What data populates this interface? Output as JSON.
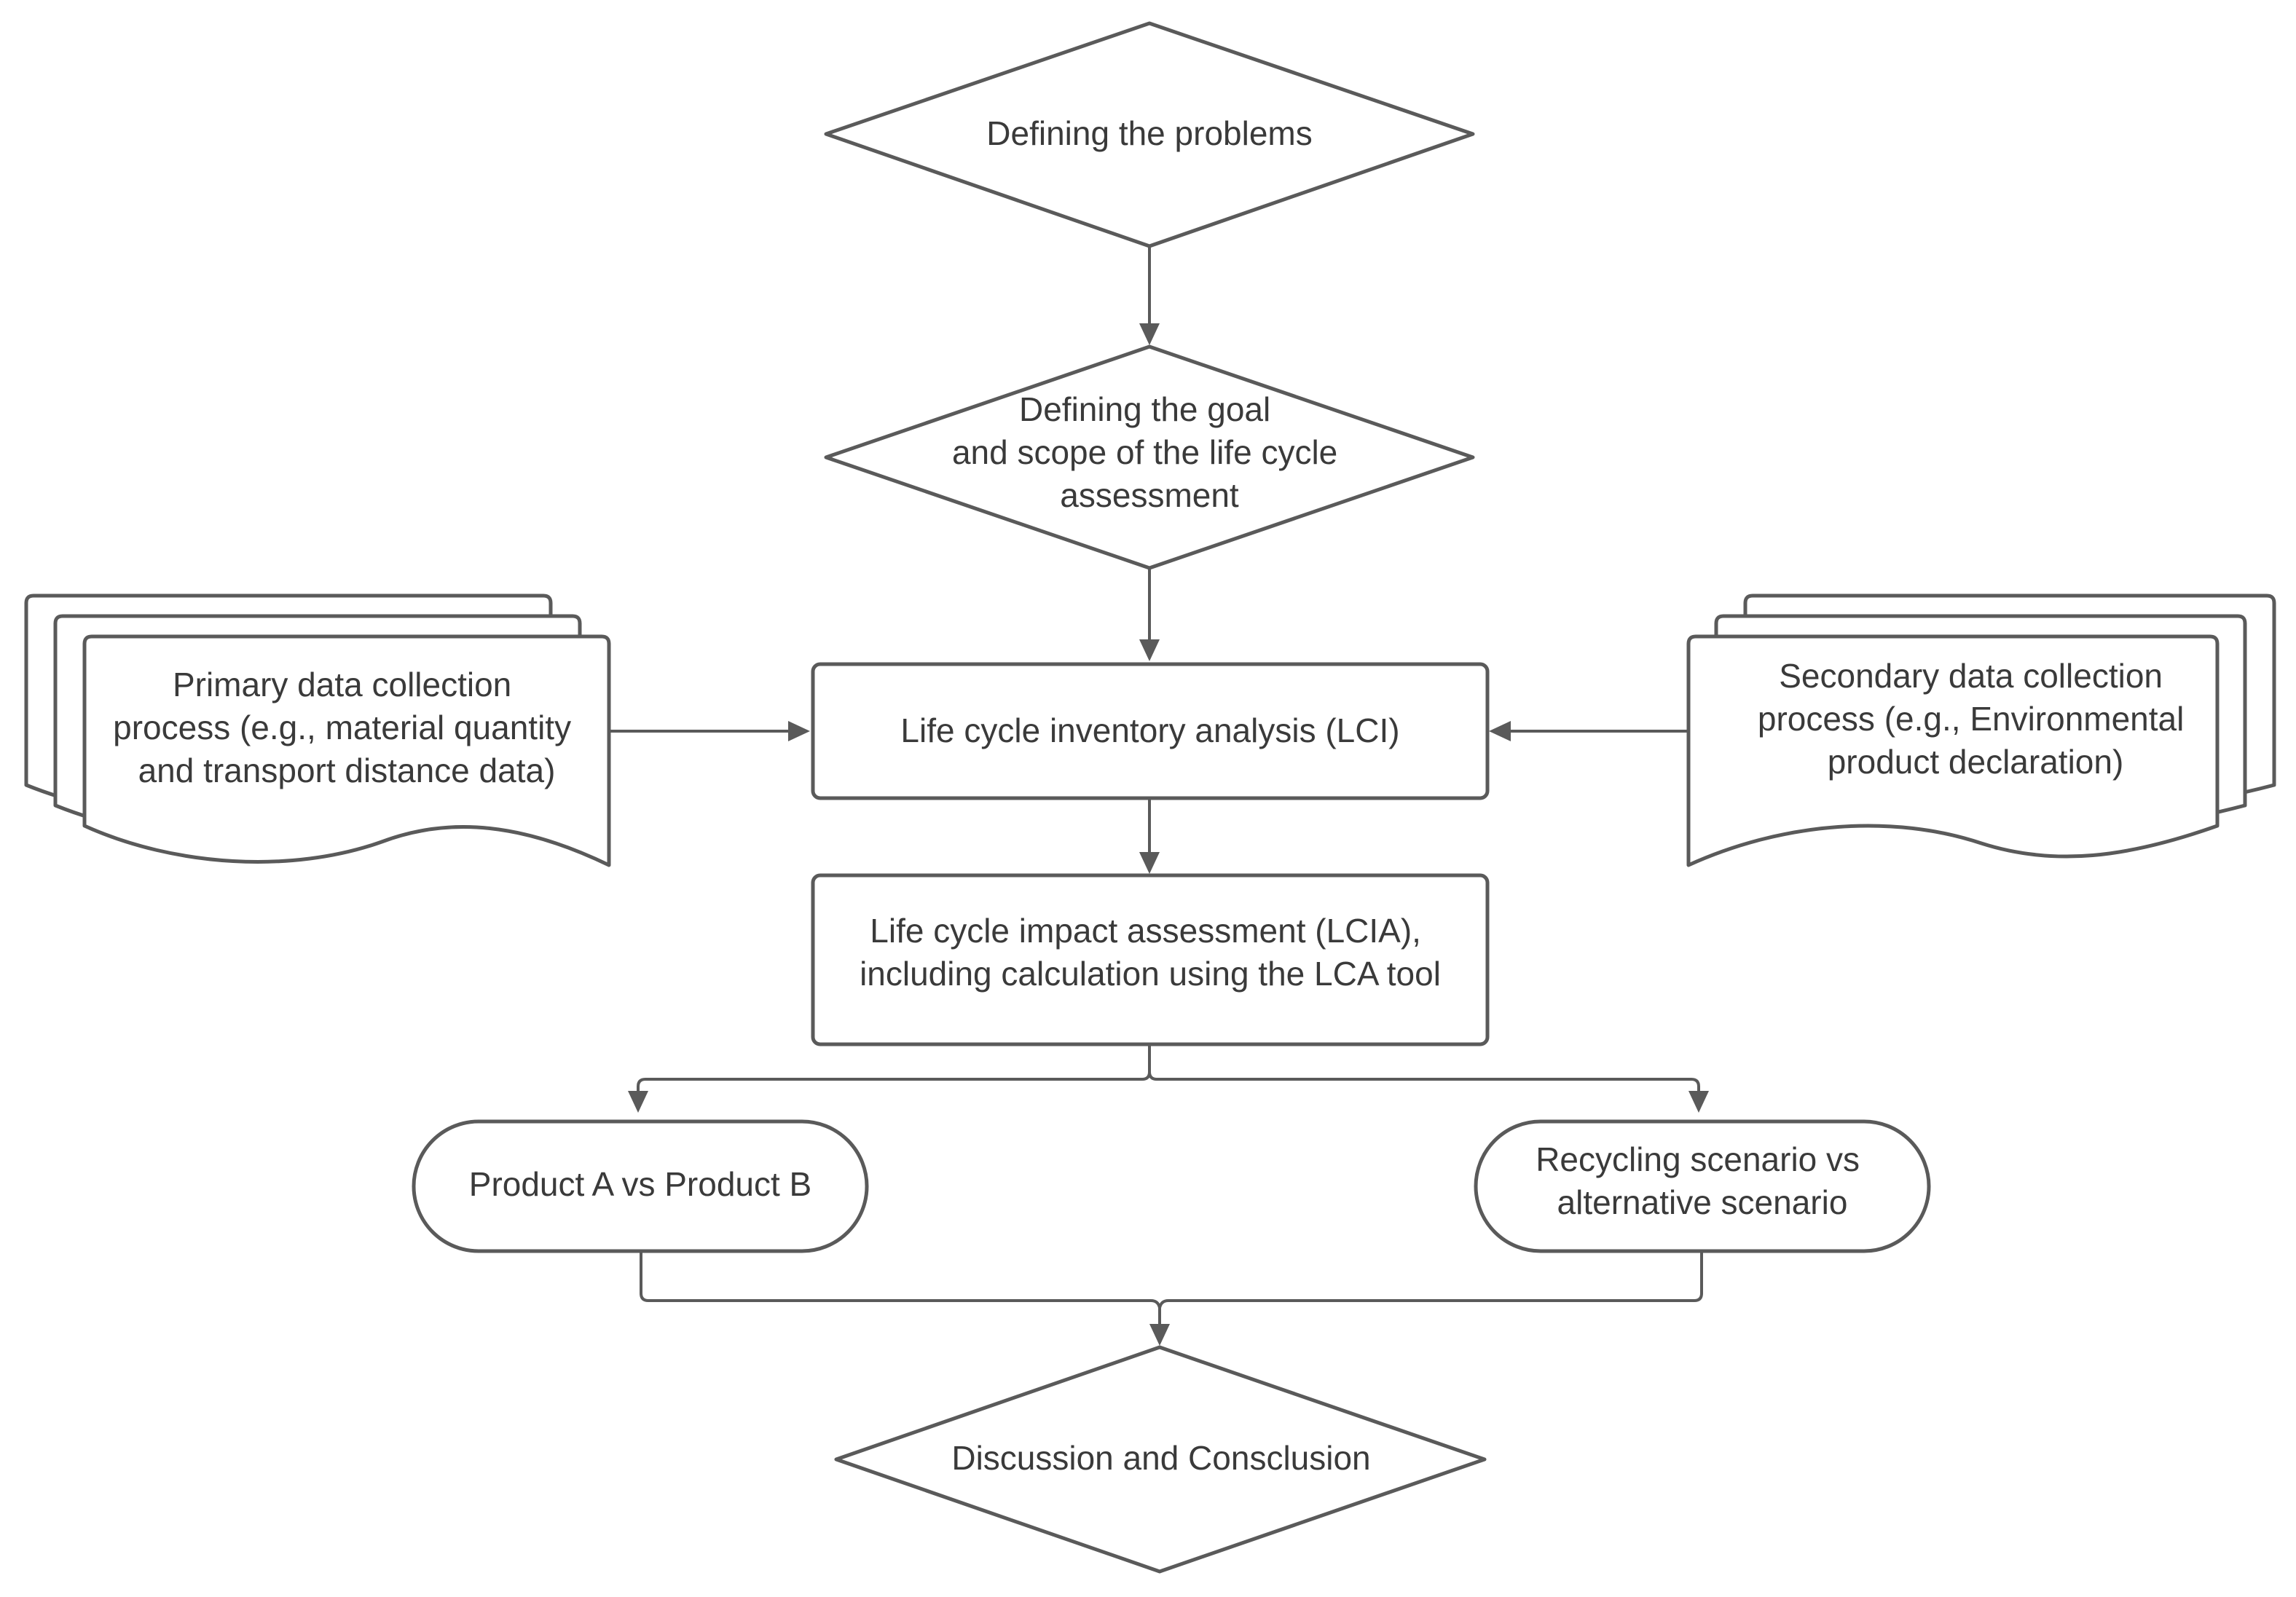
{
  "nodes": {
    "defining_problems": {
      "lines": [
        "Defining the problems"
      ]
    },
    "goal_scope": {
      "lines": [
        "Defining the goal",
        "and scope of the life cycle",
        "assessment"
      ]
    },
    "primary_data": {
      "lines": [
        "Primary data collection",
        "process (e.g., material quantity",
        "and transport distance data)"
      ]
    },
    "lci": {
      "lines": [
        "Life cycle inventory analysis (LCI)"
      ]
    },
    "secondary_data": {
      "lines": [
        "Secondary data collection",
        "process (e.g., Environmental",
        "product declaration)"
      ]
    },
    "lcia": {
      "lines": [
        "Life cycle impact assessment (LCIA),",
        "including calculation using the LCA tool"
      ]
    },
    "product_compare": {
      "lines": [
        "Product A vs Product B"
      ]
    },
    "recycling_compare": {
      "lines": [
        "Recycling scenario vs",
        "alternative scenario"
      ]
    },
    "discussion": {
      "lines": [
        "Discussion and Consclusion"
      ]
    }
  }
}
